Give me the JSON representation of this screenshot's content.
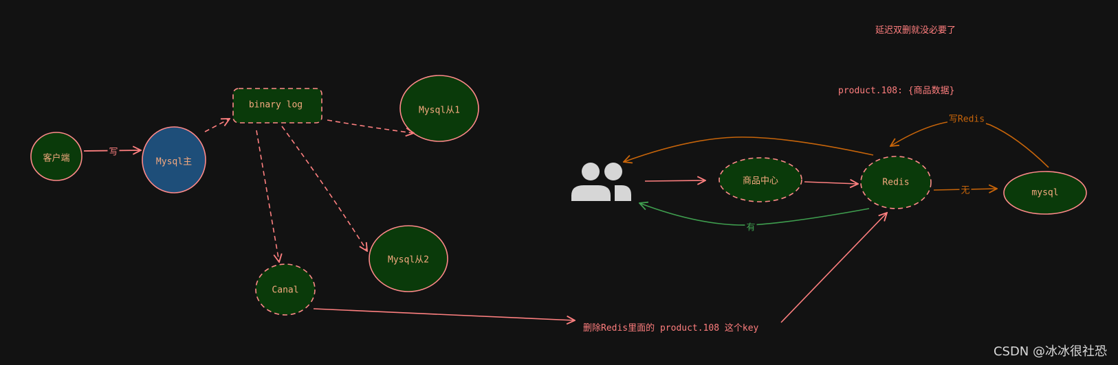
{
  "colors": {
    "background": "#121212",
    "node_fill": "#0a3a0a",
    "node_fill_master": "#1e4e79",
    "node_stroke": "#ff8a8a",
    "label_text": "#f5a97f",
    "edge_red": "#ff8080",
    "edge_orange": "#c8650a",
    "edge_green": "#3f9f4f",
    "text_red": "#ff7e7e",
    "user_icon": "#d6d6d6"
  },
  "nodes": {
    "client": "客户端",
    "mysql_master": "Mysql主",
    "binary_log": "binary log",
    "mysql_slave1": "Mysql从1",
    "mysql_slave2": "Mysql从2",
    "canal": "Canal",
    "product_center": "商品中心",
    "redis": "Redis",
    "mysql": "mysql"
  },
  "edge_labels": {
    "write": "写",
    "write_redis": "写Redis",
    "none": "无",
    "has": "有"
  },
  "texts": {
    "note_top": "延迟双删就没必要了",
    "cache_entry": "product.108: {商品数据}",
    "delete_key": "删除Redis里面的 product.108 这个key"
  },
  "icons": {
    "users": "users-icon"
  },
  "watermark": "CSDN @冰冰很社恐"
}
